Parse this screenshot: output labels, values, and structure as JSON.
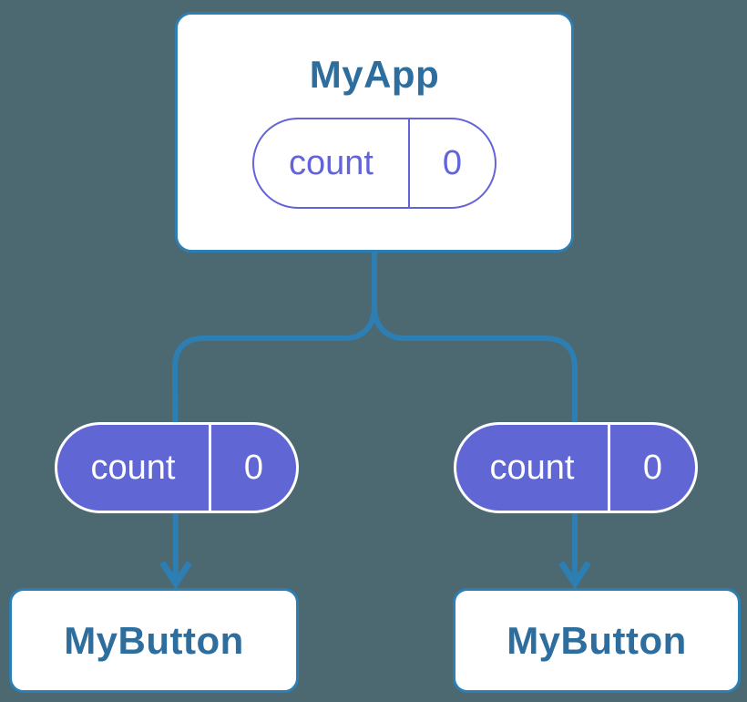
{
  "diagram": {
    "title": "component-tree-state-diagram",
    "root": {
      "title": "MyApp",
      "state": {
        "name": "count",
        "value": "0"
      }
    },
    "children": [
      {
        "title": "MyButton",
        "state": {
          "name": "count",
          "value": "0"
        }
      },
      {
        "title": "MyButton",
        "state": {
          "name": "count",
          "value": "0"
        }
      }
    ],
    "colors": {
      "background": "#4C6972",
      "connector": "#2D7EB3",
      "card_border": "#2D7EB3",
      "card_background": "#FFFFFF",
      "card_text": "#2D6E9E",
      "state_pill_fill": "#6067D4",
      "state_pill_outline": "#6364D9",
      "state_pill_filled_text": "#FFFFFF"
    }
  }
}
